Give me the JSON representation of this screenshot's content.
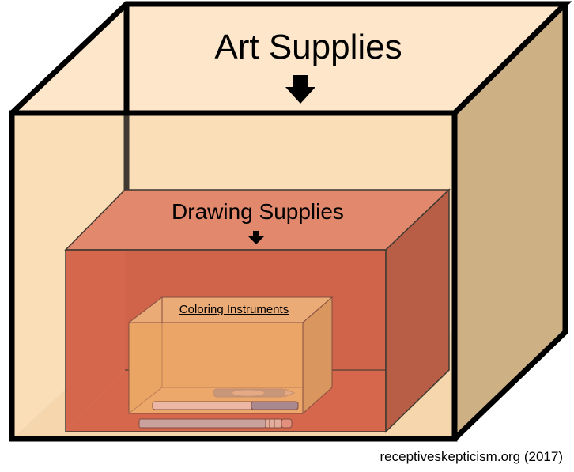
{
  "labels": {
    "art_supplies": "Art Supplies",
    "drawing_supplies": "Drawing Supplies",
    "coloring_instruments": "Coloring Instruments",
    "credit": "receptiveskepticism.org (2017)"
  },
  "colors": {
    "outer_box_front": "#fde3c3",
    "outer_box_back": "#f9dcb4",
    "outer_box_side": "#cdb083",
    "middle_box_front": "#cb4026",
    "middle_box_top": "#d96a50",
    "middle_box_side": "#a2301d",
    "inner_box_front": "#fdd66a",
    "inner_box_top": "#fbe08c",
    "inner_box_side": "#cfb152",
    "marker": "#3e86c6",
    "pencil": "#a9c8e8",
    "edges": "#000000"
  },
  "icons": [
    "arrow-down-icon",
    "arrow-down-icon",
    "marker-icon",
    "pencil-icon",
    "white-stick-icon"
  ]
}
